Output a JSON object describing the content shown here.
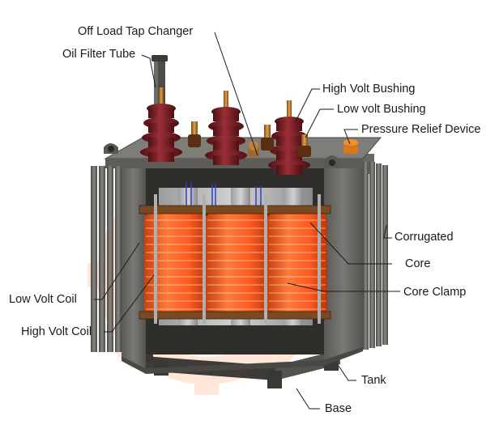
{
  "diagram": {
    "labels": {
      "off_load_tap_changer": "Off Load Tap Changer",
      "oil_filter_tube": "Oil Filter Tube",
      "high_volt_bushing": "High Volt Bushing",
      "low_volt_bushing": "Low volt Bushing",
      "pressure_relief_device": "Pressure Relief Device",
      "corrugated": "Corrugated",
      "core": "Core",
      "core_clamp": "Core Clamp",
      "low_volt_coil": "Low Volt Coil",
      "high_volt_coil": "High Volt Coil",
      "tank": "Tank",
      "base": "Base"
    },
    "colors": {
      "tank": "#6f6d68",
      "tank_dark": "#4c4a46",
      "coil": "#ff5a1f",
      "coil_dark": "#c53a0c",
      "bushing": "#7a1f24",
      "core_iron": "#8a8a8a",
      "leader": "#1a1a1a"
    }
  }
}
